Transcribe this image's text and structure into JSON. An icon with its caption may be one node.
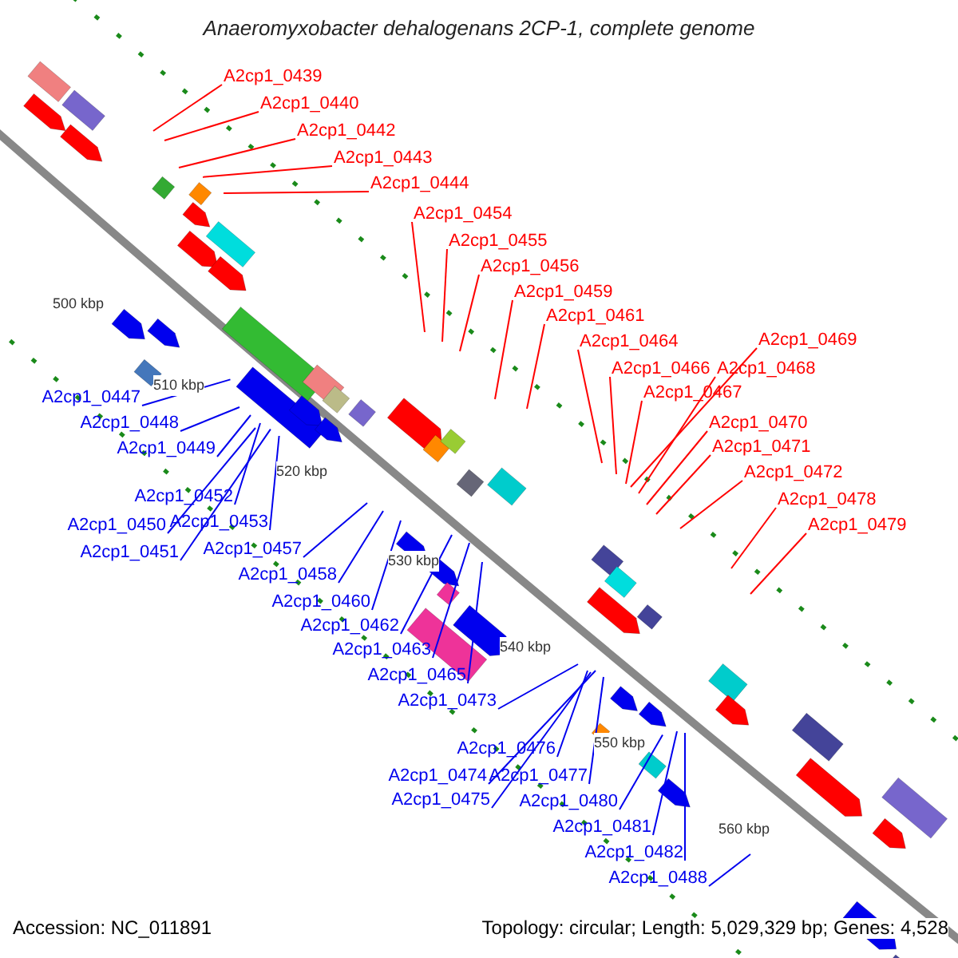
{
  "diagram": {
    "title": "Anaeromyxobacter dehalogenans 2CP-1, complete genome",
    "nodes": [
      {
        "text": [
          "A2cp1_0439"
        ]
      },
      {
        "text": [
          "A2cp1_0440"
        ]
      },
      {
        "text": [
          "A2cp1_0442"
        ]
      },
      {
        "text": [
          "A2cp1_0443"
        ]
      },
      {
        "text": [
          "A2cp1_0444"
        ]
      },
      {
        "text": [
          "A2cp1_0454"
        ]
      },
      {
        "text": [
          "A2cp1_0455"
        ]
      },
      {
        "text": [
          "A2cp1_0456"
        ]
      },
      {
        "text": [
          "A2cp1_0459"
        ]
      },
      {
        "text": [
          "A2cp1_0461"
        ]
      },
      {
        "text": [
          "A2cp1_0464"
        ]
      },
      {
        "text": [
          "A2cp1_0466"
        ]
      },
      {
        "text": [
          "A2cp1_0467"
        ]
      },
      {
        "text": [
          "A2cp1_0469"
        ]
      },
      {
        "text": [
          "A2cp1_0468"
        ]
      },
      {
        "text": [
          "A2cp1_0470"
        ]
      },
      {
        "text": [
          "A2cp1_0471"
        ]
      },
      {
        "text": [
          "A2cp1_0472"
        ]
      },
      {
        "text": [
          "A2cp1_0478"
        ]
      },
      {
        "text": [
          "A2cp1_0479"
        ]
      },
      {
        "text": [
          "A2cp1_0447"
        ]
      },
      {
        "text": [
          "A2cp1_0448"
        ]
      },
      {
        "text": [
          "A2cp1_0449"
        ]
      },
      {
        "text": [
          "A2cp1_0452"
        ]
      },
      {
        "text": [
          "A2cp1_0450"
        ]
      },
      {
        "text": [
          "A2cp1_0453"
        ]
      },
      {
        "text": [
          "A2cp1_0451"
        ]
      },
      {
        "text": [
          "A2cp1_0457"
        ]
      },
      {
        "text": [
          "A2cp1_0458"
        ]
      },
      {
        "text": [
          "A2cp1_0460"
        ]
      },
      {
        "text": [
          "A2cp1_0462"
        ]
      },
      {
        "text": [
          "A2cp1_0463"
        ]
      },
      {
        "text": [
          "A2cp1_0465"
        ]
      },
      {
        "text": [
          "A2cp1_0473"
        ]
      },
      {
        "text": [
          "A2cp1_0476"
        ]
      },
      {
        "text": [
          "A2cp1_0474"
        ]
      },
      {
        "text": [
          "A2cp1_0477"
        ]
      },
      {
        "text": [
          "A2cp1_0475"
        ]
      },
      {
        "text": [
          "A2cp1_0480"
        ]
      },
      {
        "text": [
          "A2cp1_0481"
        ]
      },
      {
        "text": [
          "A2cp1_0482"
        ]
      },
      {
        "text": [
          "A2cp1_0488"
        ]
      }
    ],
    "edges": [
      {
        "from": 0,
        "to": null,
        "arrow": "none",
        "color": "#ff0000"
      },
      {
        "from": 1,
        "to": null,
        "arrow": "none",
        "color": "#ff0000"
      },
      {
        "from": 2,
        "to": null,
        "arrow": "none",
        "color": "#ff0000"
      },
      {
        "from": 3,
        "to": null,
        "arrow": "none",
        "color": "#ff0000"
      },
      {
        "from": 4,
        "to": null,
        "arrow": "none",
        "color": "#ff0000"
      },
      {
        "from": 5,
        "to": null,
        "arrow": "none",
        "color": "#ff0000"
      },
      {
        "from": 6,
        "to": null,
        "arrow": "none",
        "color": "#ff0000"
      },
      {
        "from": 7,
        "to": null,
        "arrow": "none",
        "color": "#ff0000"
      },
      {
        "from": 8,
        "to": null,
        "arrow": "none",
        "color": "#ff0000"
      },
      {
        "from": 9,
        "to": null,
        "arrow": "none",
        "color": "#ff0000"
      },
      {
        "from": 10,
        "to": null,
        "arrow": "none",
        "color": "#ff0000"
      },
      {
        "from": 11,
        "to": null,
        "arrow": "none",
        "color": "#ff0000"
      },
      {
        "from": 12,
        "to": null,
        "arrow": "none",
        "color": "#ff0000"
      },
      {
        "from": 13,
        "to": null,
        "arrow": "none",
        "color": "#ff0000"
      },
      {
        "from": 14,
        "to": null,
        "arrow": "none",
        "color": "#ff0000"
      },
      {
        "from": 15,
        "to": null,
        "arrow": "none",
        "color": "#ff0000"
      },
      {
        "from": 16,
        "to": null,
        "arrow": "none",
        "color": "#ff0000"
      },
      {
        "from": 17,
        "to": null,
        "arrow": "none",
        "color": "#ff0000"
      },
      {
        "from": 18,
        "to": null,
        "arrow": "none",
        "color": "#ff0000"
      },
      {
        "from": 19,
        "to": null,
        "arrow": "none",
        "color": "#ff0000"
      },
      {
        "from": 20,
        "to": null,
        "arrow": "none"
      },
      {
        "from": 21,
        "to": null,
        "arrow": "none"
      },
      {
        "from": 22,
        "to": null,
        "arrow": "none"
      },
      {
        "from": 23,
        "to": null,
        "arrow": "none"
      },
      {
        "from": 24,
        "to": null,
        "arrow": "none"
      },
      {
        "from": 25,
        "to": null,
        "arrow": "none"
      },
      {
        "from": 26,
        "to": null,
        "arrow": "none"
      },
      {
        "from": 27,
        "to": null,
        "arrow": "none"
      },
      {
        "from": 28,
        "to": null,
        "arrow": "none"
      },
      {
        "from": 29,
        "to": null,
        "arrow": "none"
      },
      {
        "from": 30,
        "to": null,
        "arrow": "none"
      },
      {
        "from": 31,
        "to": null,
        "arrow": "none"
      },
      {
        "from": 32,
        "to": null,
        "arrow": "none"
      },
      {
        "from": 33,
        "to": null,
        "arrow": "none"
      },
      {
        "from": 34,
        "to": null,
        "arrow": "none"
      },
      {
        "from": 35,
        "to": null,
        "arrow": "none"
      },
      {
        "from": 36,
        "to": null,
        "arrow": "none"
      },
      {
        "from": 37,
        "to": null,
        "arrow": "none"
      },
      {
        "from": 38,
        "to": null,
        "arrow": "none"
      },
      {
        "from": 39,
        "to": null,
        "arrow": "none"
      },
      {
        "from": 40,
        "to": null,
        "arrow": "none"
      },
      {
        "from": 41,
        "to": null,
        "arrow": "none"
      }
    ],
    "labels": [
      "500 kbp",
      "510 kbp",
      "520 kbp",
      "530 kbp",
      "540 kbp",
      "550 kbp",
      "560 kbp",
      "Accession: NC_011891",
      "Topology: circular; Length: 5,029,329 bp; Genes: 4,528"
    ]
  }
}
